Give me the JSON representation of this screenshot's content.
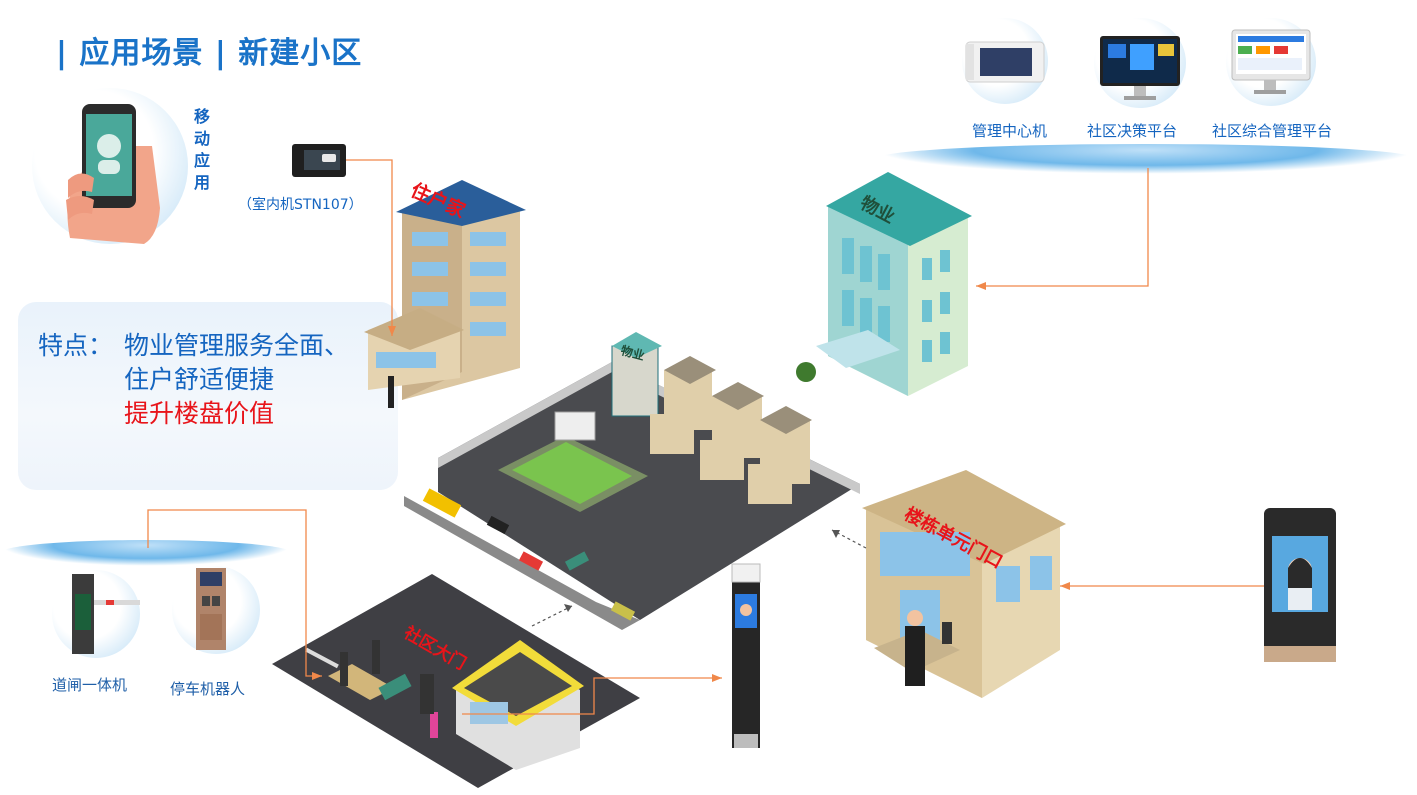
{
  "title": "| 应用场景 | 新建小区",
  "features": {
    "prefix": "特点：",
    "line1": "物业管理服务全面、",
    "line2": "住户舒适便捷",
    "line3": "提升楼盘价值"
  },
  "mobile": {
    "label": "移动应用"
  },
  "indoor_unit": {
    "label": "（室内机STN107）"
  },
  "platforms": [
    {
      "label": "管理中心机"
    },
    {
      "label": "社区决策平台"
    },
    {
      "label": "社区综合管理平台"
    }
  ],
  "buildings": {
    "resident": "住户家",
    "property": "物业",
    "unit_gate": "楼栋单元门口",
    "community_gate": "社区大门"
  },
  "parking_devices": [
    {
      "label": "道闸一体机"
    },
    {
      "label": "停车机器人"
    }
  ],
  "colors": {
    "accent": "#1a73c8",
    "highlight": "#e8141a",
    "connector": "#f0884a"
  }
}
